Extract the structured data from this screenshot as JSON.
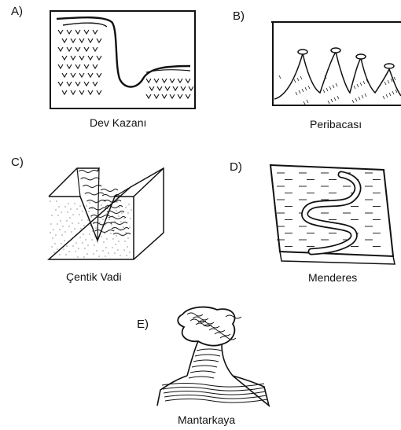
{
  "panels": [
    {
      "letter": "A)",
      "caption": "Dev Kazanı"
    },
    {
      "letter": "B)",
      "caption": "Peribacası"
    },
    {
      "letter": "C)",
      "caption": "Çentik Vadi"
    },
    {
      "letter": "D)",
      "caption": "Menderes"
    },
    {
      "letter": "E)",
      "caption": "Mantarkaya"
    }
  ],
  "colors": {
    "ink": "#111111",
    "paper": "#ffffff"
  }
}
